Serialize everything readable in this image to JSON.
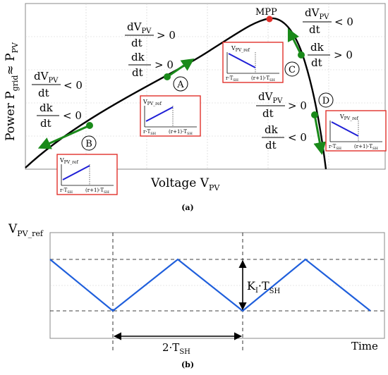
{
  "colors": {
    "curve": "#000000",
    "arrow": "#1a8a1a",
    "inset_border": "#e0302b",
    "inset_trace": "#1f1fd6",
    "mpp_dot": "#e0302b",
    "triangle_wave": "#1f5fdc"
  },
  "panel_a": {
    "y_axis_label": {
      "main": "Power P",
      "sub1": "grid",
      "approx": "≈ P",
      "sub2": "PV"
    },
    "x_axis_label": {
      "main": "Voltage V",
      "sub": "PV"
    },
    "mpp_label": "MPP",
    "caption": "(a)",
    "regions": [
      {
        "id": "A",
        "label": "A",
        "eq1": {
          "num": "dV",
          "num_sub": "PV",
          "den": "dt",
          "rel": "> 0"
        },
        "eq2": {
          "num": "dk",
          "den": "dt",
          "rel": "> 0"
        },
        "inset": {
          "title": "V",
          "title_sub": "PV_ref",
          "tick_left": "r·T",
          "tick_left_sub": "SH",
          "tick_right": "(r+1)·T",
          "tick_right_sub": "SH",
          "trend": "rising"
        }
      },
      {
        "id": "B",
        "label": "B",
        "eq1": {
          "num": "dV",
          "num_sub": "PV",
          "den": "dt",
          "rel": "< 0"
        },
        "eq2": {
          "num": "dk",
          "den": "dt",
          "rel": "< 0"
        },
        "inset": {
          "title": "V",
          "title_sub": "PV_ref",
          "tick_left": "r·T",
          "tick_left_sub": "SH",
          "tick_right": "(r+1)·T",
          "tick_right_sub": "SH",
          "trend": "rising"
        }
      },
      {
        "id": "C",
        "label": "C",
        "eq1": {
          "num": "dV",
          "num_sub": "PV",
          "den": "dt",
          "rel": "< 0"
        },
        "eq2": {
          "num": "dk",
          "den": "dt",
          "rel": "> 0"
        },
        "inset": {
          "title": "V",
          "title_sub": "PV_ref",
          "tick_left": "r·T",
          "tick_left_sub": "SH",
          "tick_right": "(r+1)·T",
          "tick_right_sub": "SH",
          "trend": "falling"
        }
      },
      {
        "id": "D",
        "label": "D",
        "eq1": {
          "num": "dV",
          "num_sub": "PV",
          "den": "dt",
          "rel": "> 0"
        },
        "eq2": {
          "num": "dk",
          "den": "dt",
          "rel": "< 0"
        },
        "inset": {
          "title": "V",
          "title_sub": "PV_ref",
          "tick_left": "r·T",
          "tick_left_sub": "SH",
          "tick_right": "(r+1)·T",
          "tick_right_sub": "SH",
          "trend": "falling"
        }
      }
    ]
  },
  "panel_b": {
    "y_axis_label": {
      "main": "V",
      "sub": "PV_ref"
    },
    "x_axis_label": "Time",
    "amplitude_label": {
      "main": "K",
      "sub1": "I",
      "mid": "·T",
      "sub2": "SH"
    },
    "period_label": {
      "main": "2·T",
      "sub": "SH"
    },
    "caption": "(b)"
  }
}
